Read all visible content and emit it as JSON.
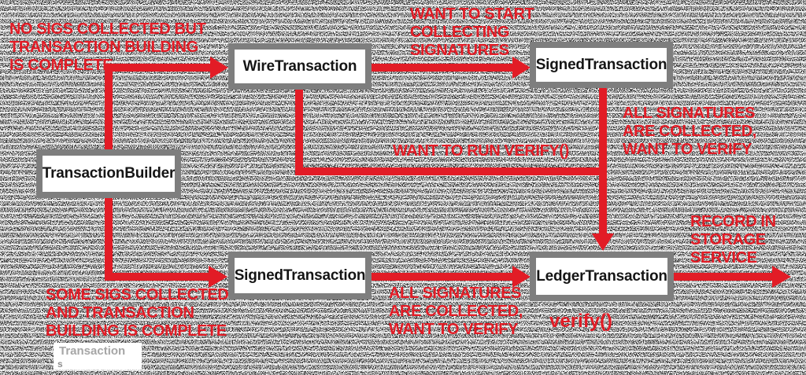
{
  "diagram": {
    "type": "state-transition-diagram",
    "colors": {
      "accent_red": "#e21c26",
      "box_border_gray": "#7e7e7e",
      "box_fill": "#ffffff",
      "label_black": "#151515",
      "watermark_gray": "#a6a6a6",
      "background": "white with black dither noise"
    },
    "nodes": {
      "wire": {
        "label": "WireTransaction"
      },
      "signed_top": {
        "label": "SignedTransaction"
      },
      "builder": {
        "label": "TransactionBuilder"
      },
      "signed_bottom": {
        "label": "SignedTransaction"
      },
      "ledger": {
        "label": "LedgerTransaction"
      }
    },
    "annotations": {
      "no_sigs": {
        "text": "NO SIGS COLLECTED BUT\nTRANSACTION BUILDING\nIS COMPLETE"
      },
      "want_start": {
        "text": "WANT TO START\nCOLLECTING\nSIGNATURES"
      },
      "all_sigs_top": {
        "text": "ALL SIGNATURES\nARE COLLECTED,\nWANT TO VERIFY"
      },
      "want_run_verify": {
        "text": "WANT TO RUN VERIFY()"
      },
      "some_sigs": {
        "text": "SOME SIGS COLLECTED\nAND TRANSACTION\nBUILDING IS COMPLETE"
      },
      "all_sigs_bottom": {
        "text": "ALL SIGNATURES\nARE COLLECTED,\nWANT TO VERIFY"
      },
      "verify_call": {
        "text": "verify()"
      },
      "record": {
        "text": "RECORD IN\nSTORAGE\nSERVICE"
      }
    },
    "edges": [
      {
        "from": "TransactionBuilder",
        "to": "WireTransaction",
        "label": "NO SIGS COLLECTED BUT TRANSACTION BUILDING IS COMPLETE"
      },
      {
        "from": "WireTransaction",
        "to": "SignedTransaction (top)",
        "label": "WANT TO START COLLECTING SIGNATURES"
      },
      {
        "from": "WireTransaction",
        "to": "LedgerTransaction",
        "label": "WANT TO RUN VERIFY()"
      },
      {
        "from": "SignedTransaction (top)",
        "to": "LedgerTransaction",
        "label": "ALL SIGNATURES ARE COLLECTED, WANT TO VERIFY"
      },
      {
        "from": "TransactionBuilder",
        "to": "SignedTransaction (bottom)",
        "label": "SOME SIGS COLLECTED AND TRANSACTION BUILDING IS COMPLETE"
      },
      {
        "from": "SignedTransaction (bottom)",
        "to": "LedgerTransaction",
        "label": "ALL SIGNATURES ARE COLLECTED, WANT TO VERIFY"
      },
      {
        "from": "LedgerTransaction",
        "to": "storage service",
        "label": "RECORD IN STORAGE SERVICE"
      }
    ],
    "watermark": {
      "text": "Transaction",
      "fragment": "s"
    }
  }
}
